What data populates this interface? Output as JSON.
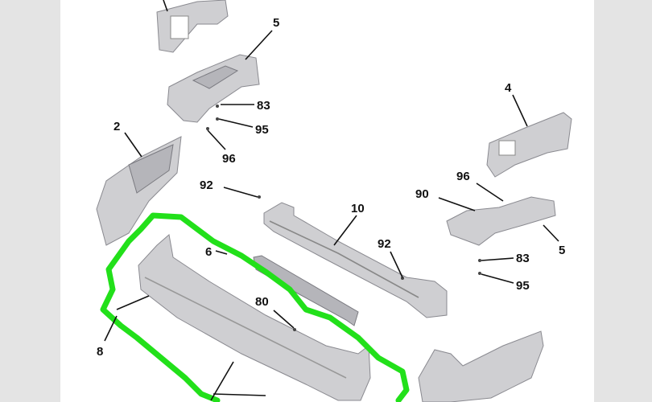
{
  "diagram": {
    "title": "Rear bumper exploded parts diagram",
    "highlight_color": "#22e01a",
    "callouts": [
      {
        "id": "c5a",
        "label": "5"
      },
      {
        "id": "c83a",
        "label": "83"
      },
      {
        "id": "c95a",
        "label": "95"
      },
      {
        "id": "c96a",
        "label": "96"
      },
      {
        "id": "c2",
        "label": "2"
      },
      {
        "id": "c4",
        "label": "4"
      },
      {
        "id": "c96b",
        "label": "96"
      },
      {
        "id": "c90",
        "label": "90"
      },
      {
        "id": "c10",
        "label": "10"
      },
      {
        "id": "c92a",
        "label": "92"
      },
      {
        "id": "c92b",
        "label": "92"
      },
      {
        "id": "c6",
        "label": "6"
      },
      {
        "id": "c5b",
        "label": "5"
      },
      {
        "id": "c83b",
        "label": "83"
      },
      {
        "id": "c95b",
        "label": "95"
      },
      {
        "id": "c80",
        "label": "80"
      },
      {
        "id": "c8",
        "label": "8"
      }
    ]
  }
}
